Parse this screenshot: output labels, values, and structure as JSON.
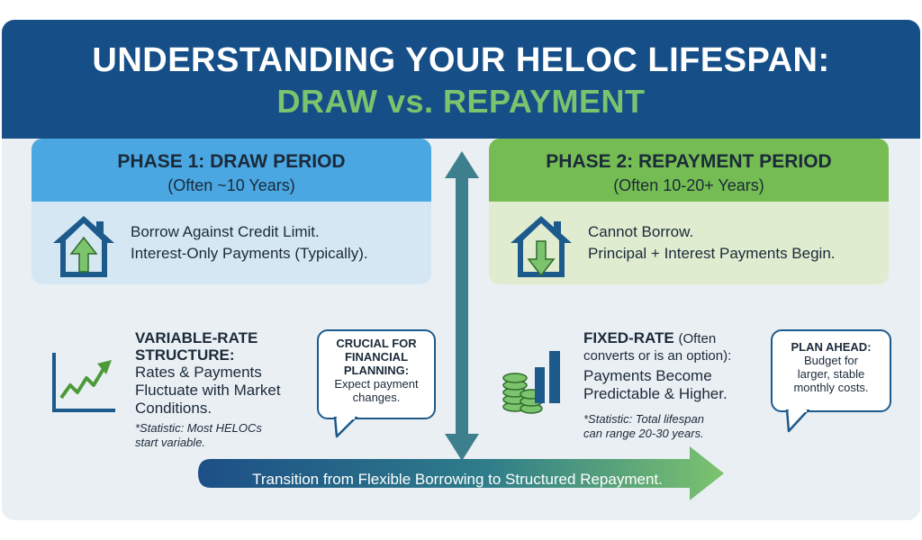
{
  "title": {
    "line1": "UNDERSTANDING YOUR HELOC LIFESPAN:",
    "line2": "DRAW vs. REPAYMENT"
  },
  "phase1": {
    "title": "PHASE 1: DRAW PERIOD",
    "subtitle": "(Often ~10 Years)",
    "line1": "Borrow Against Credit Limit.",
    "line2": "Interest-Only Payments (Typically).",
    "feature": {
      "heading1": "VARIABLE-RATE",
      "heading2": "STRUCTURE:",
      "desc1": "Rates & Payments",
      "desc2": "Fluctuate with Market",
      "desc3": "Conditions.",
      "stat1": "*Statistic: Most HELOCs",
      "stat2": "start variable."
    },
    "bubble": {
      "h1": "CRUCIAL FOR",
      "h2": "FINANCIAL",
      "h3": "PLANNING:",
      "t1": "Expect payment",
      "t2": "changes."
    }
  },
  "phase2": {
    "title": "PHASE 2: REPAYMENT PERIOD",
    "subtitle": "(Often 10-20+ Years)",
    "line1": "Cannot Borrow.",
    "line2": "Principal + Interest Payments Begin.",
    "feature": {
      "heading": "FIXED-RATE",
      "heading_note1": "(Often",
      "heading_note2": "converts or is an option):",
      "desc1": "Payments Become",
      "desc2": "Predictable & Higher.",
      "stat1": "*Statistic: Total lifespan",
      "stat2": "can range 20-30 years."
    },
    "bubble": {
      "h1": "PLAN AHEAD:",
      "t1": "Budget for",
      "t2": "larger, stable",
      "t3": "monthly costs."
    }
  },
  "transition": "Transition from Flexible Borrowing to Structured Repayment.",
  "icons": {
    "phase1_house": "house-up-arrow-icon",
    "phase2_house": "house-down-arrow-icon",
    "variable": "line-chart-up-icon",
    "fixed": "coins-bar-chart-icon"
  },
  "colors": {
    "header": "#164f87",
    "title_accent": "#7cc36e",
    "phase1_head": "#4aa7e2",
    "phase1_body": "#d4e7f3",
    "phase2_head": "#75bd52",
    "phase2_body": "#dfeccf",
    "divider_arrow": "#3d7f8c",
    "transition_start": "#1c4f86",
    "transition_end": "#7cc36e"
  }
}
